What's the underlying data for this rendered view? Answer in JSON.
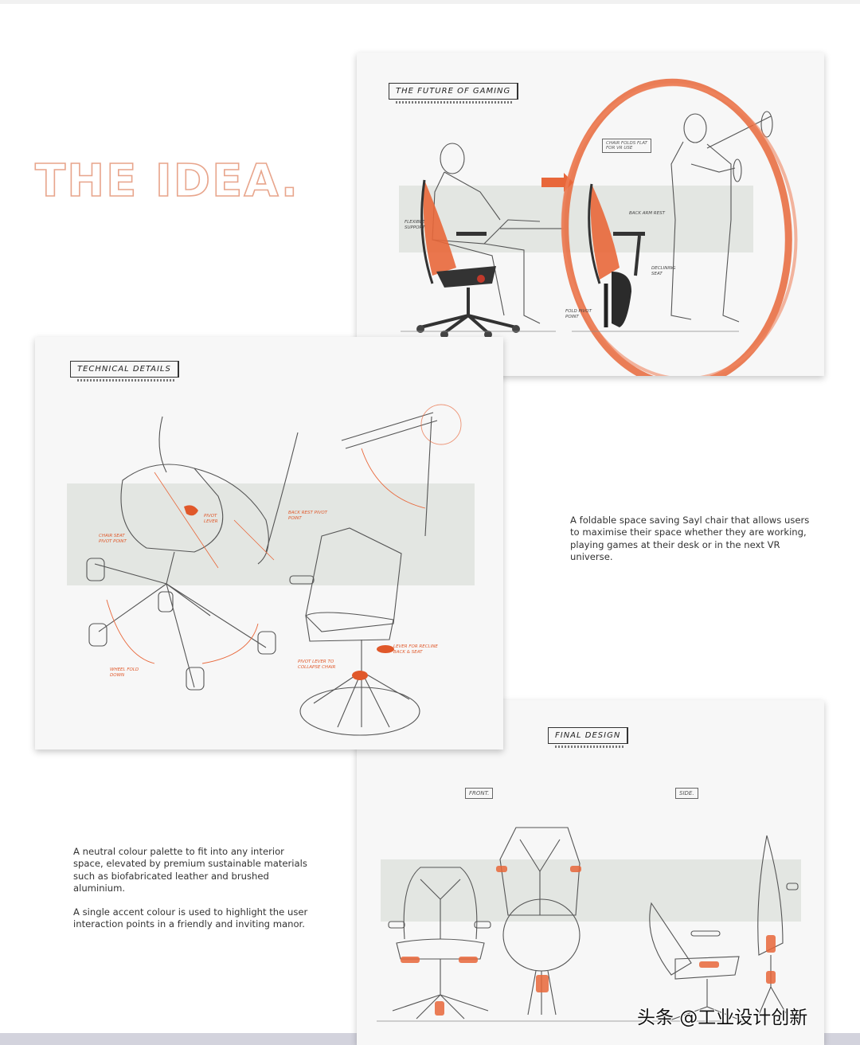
{
  "page": {
    "title": "THE IDEA.",
    "accent_color": "#e8673a",
    "title_outline_color": "#e8a58c",
    "band_color": "#e3e6e2",
    "card_background": "#f7f7f7"
  },
  "cards": {
    "gaming": {
      "label": "The Future of Gaming",
      "notes": {
        "flexible_support": "Flexible Support",
        "arm_rest": "Back arm rest",
        "chair_folds": "Chair folds flat for VR use",
        "declining_seat": "Declining Seat",
        "fold_pivot": "Fold pivot point"
      }
    },
    "technical": {
      "label": "Technical Details",
      "notes": {
        "pivot_lever": "Pivot lever",
        "back_rest": "Back rest pivot point",
        "chair_seat": "Chair seat pivot point",
        "wheel_fold": "Wheel fold down",
        "lever_recline": "Lever for recline back & seat",
        "pivot_lever_base": "Pivot lever to collapse chair"
      }
    },
    "final": {
      "label": "Final Design",
      "view_front": "Front.",
      "view_side": "Side."
    }
  },
  "descriptions": {
    "foldable": "A foldable space saving Sayl chair that allows users to maximise their space whether they are working, playing games at their desk or in the next VR universe.",
    "palette": "A neutral colour palette to fit into any interior space, elevated by premium sustainable materials such as biofabricated leather and brushed aluminium.",
    "accent": "A single accent colour is used to highlight the user interaction points in a friendly and inviting manor."
  },
  "watermark": "头条 @工业设计创新"
}
